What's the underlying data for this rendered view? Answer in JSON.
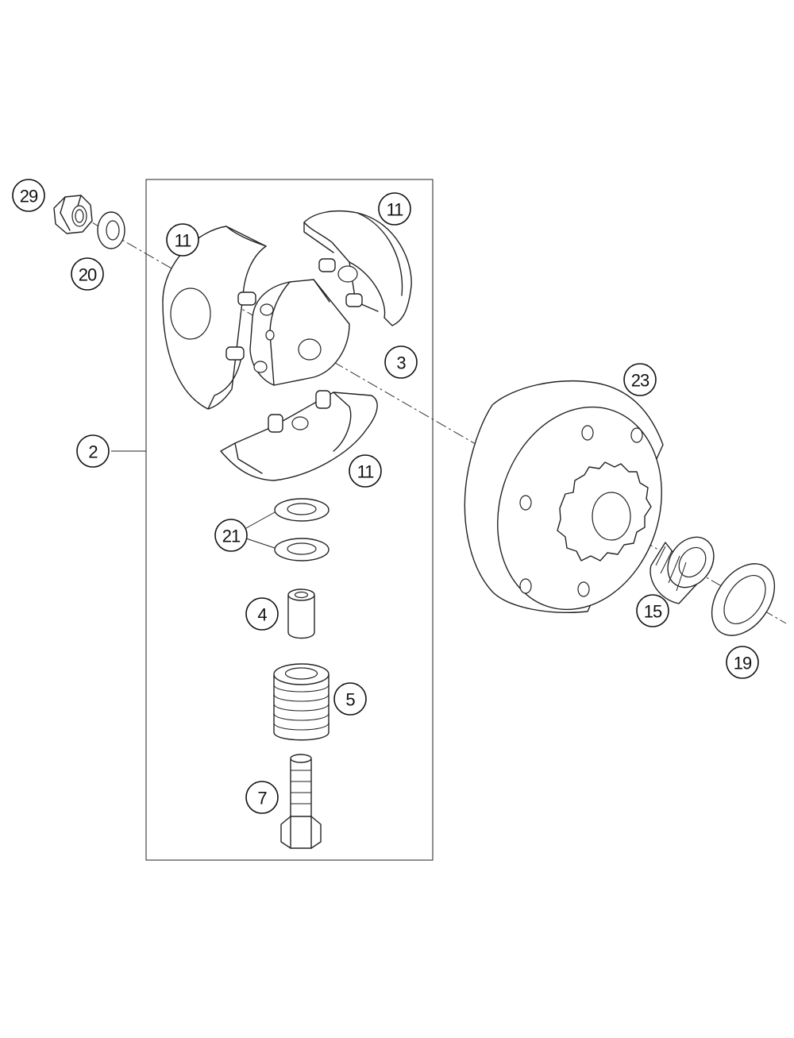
{
  "callouts": [
    {
      "id": "c29",
      "label": "29"
    },
    {
      "id": "c20",
      "label": "20"
    },
    {
      "id": "c11a",
      "label": "11"
    },
    {
      "id": "c11b",
      "label": "11"
    },
    {
      "id": "c3",
      "label": "3"
    },
    {
      "id": "c2",
      "label": "2"
    },
    {
      "id": "c11c",
      "label": "11"
    },
    {
      "id": "c21",
      "label": "21"
    },
    {
      "id": "c4",
      "label": "4"
    },
    {
      "id": "c5",
      "label": "5"
    },
    {
      "id": "c7",
      "label": "7"
    },
    {
      "id": "c23",
      "label": "23"
    },
    {
      "id": "c15",
      "label": "15"
    },
    {
      "id": "c19",
      "label": "19"
    }
  ]
}
